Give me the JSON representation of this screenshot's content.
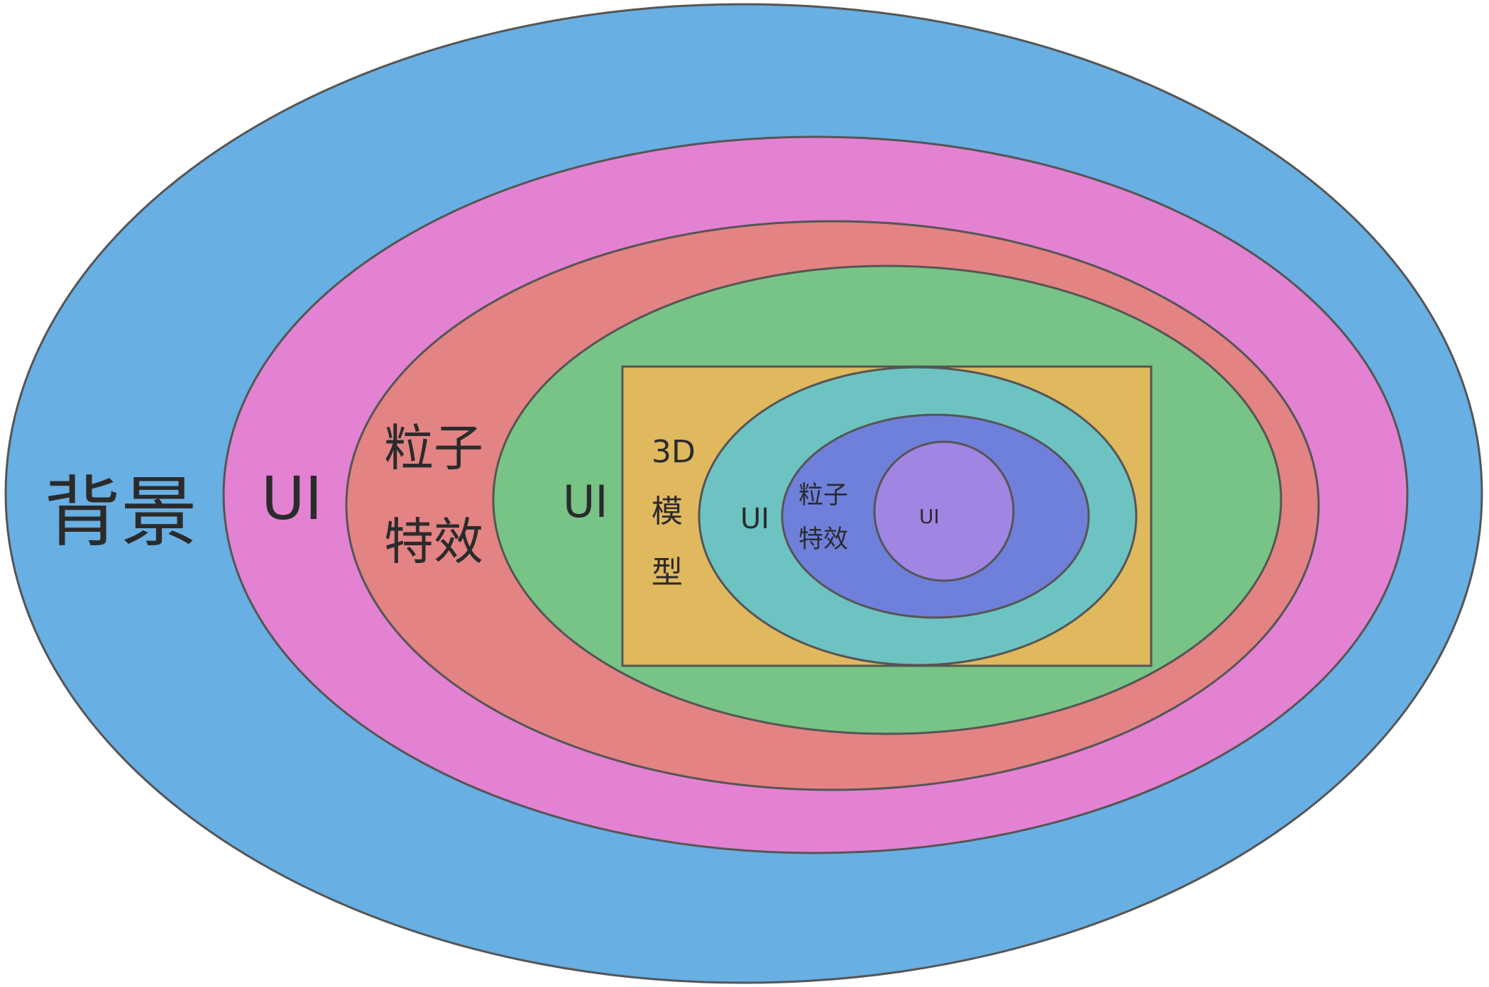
{
  "diagram": {
    "layers": [
      {
        "id": "background",
        "shape": "ellipse",
        "color": "#68AFE3",
        "label_lines": [
          "背景"
        ]
      },
      {
        "id": "ui-1",
        "shape": "ellipse",
        "color": "#E382D3",
        "label_lines": [
          "UI"
        ]
      },
      {
        "id": "particle-1",
        "shape": "ellipse",
        "color": "#E38383",
        "label_lines": [
          "粒子",
          "特效"
        ]
      },
      {
        "id": "ui-2",
        "shape": "ellipse",
        "color": "#78C486",
        "label_lines": [
          "UI"
        ]
      },
      {
        "id": "model-3d",
        "shape": "rect",
        "color": "#E0B85E",
        "label_lines": [
          "3D",
          "模",
          "型"
        ]
      },
      {
        "id": "ui-3",
        "shape": "ellipse",
        "color": "#6DC3C2",
        "label_lines": [
          "UI"
        ]
      },
      {
        "id": "particle-2",
        "shape": "ellipse",
        "color": "#6F80DB",
        "label_lines": [
          "粒子",
          "特效"
        ]
      },
      {
        "id": "ui-4",
        "shape": "ellipse",
        "color": "#A185E3",
        "label_lines": [
          "UI"
        ]
      }
    ]
  }
}
